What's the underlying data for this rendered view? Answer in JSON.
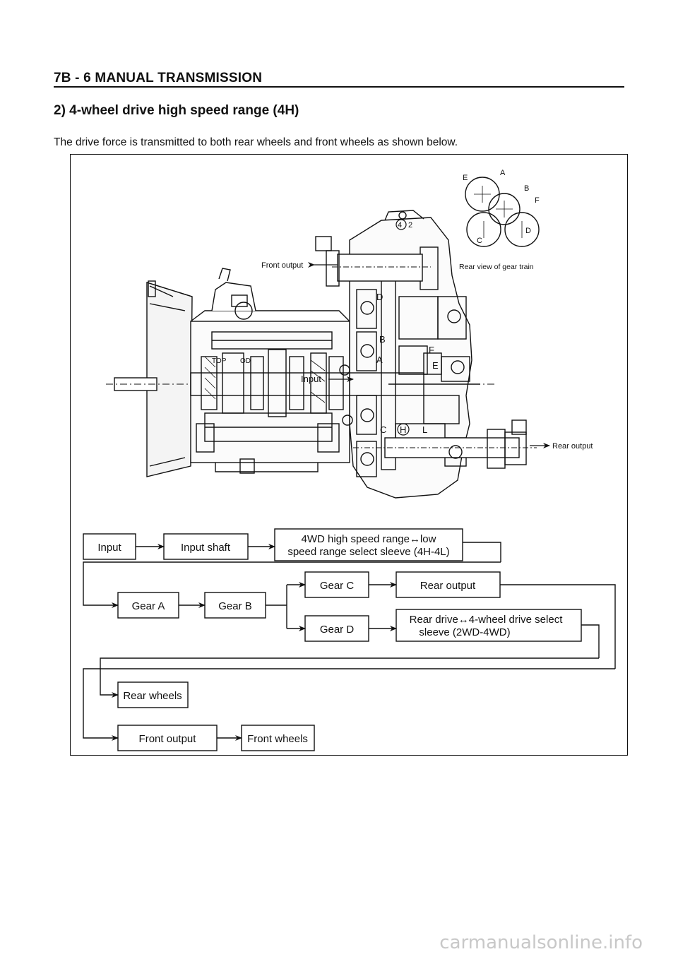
{
  "header": {
    "title": "7B - 6  MANUAL TRANSMISSION"
  },
  "section": {
    "title": "2) 4-wheel drive high speed range (4H)"
  },
  "intro": {
    "text": "The drive force is transmitted to both rear wheels and front wheels as shown below."
  },
  "diagram": {
    "front_output": "Front output",
    "rear_output": "Rear output",
    "rear_view": "Rear view of gear train",
    "input": "Input",
    "gear_labels": [
      "A",
      "B",
      "C",
      "D",
      "E",
      "F"
    ],
    "shift_labels": [
      "TOP",
      "OD",
      "4",
      "2",
      "H",
      "L"
    ]
  },
  "flow": {
    "input": "Input",
    "input_shaft": "Input shaft",
    "sleeve_line1": "4WD high speed range↔low",
    "sleeve_line2": "speed range select sleeve (4H-4L)",
    "gear_a": "Gear A",
    "gear_b": "Gear B",
    "gear_c": "Gear C",
    "gear_d": "Gear D",
    "rear_output": "Rear output",
    "rear_drive_line1": "Rear drive↔4-wheel drive select",
    "rear_drive_line2": "sleeve (2WD-4WD)",
    "rear_wheels": "Rear wheels",
    "front_output": "Front output",
    "front_wheels": "Front wheels"
  },
  "footer": {
    "watermark": "carmanualsonline.info"
  }
}
